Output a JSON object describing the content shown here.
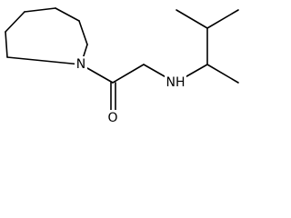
{
  "structure": {
    "atoms": {
      "ring_nitrogen": "N",
      "carbonyl_oxygen": "O",
      "amine_nitrogen": "NH"
    }
  }
}
